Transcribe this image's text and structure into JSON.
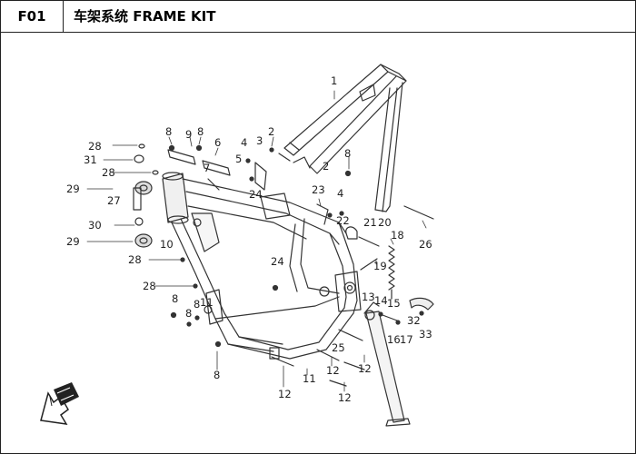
{
  "header": {
    "code": "F01",
    "title": "车架系统  FRAME KIT"
  },
  "callouts": [
    {
      "id": "c1",
      "text": "1"
    },
    {
      "id": "c2a",
      "text": "2"
    },
    {
      "id": "c2b",
      "text": "2"
    },
    {
      "id": "c3",
      "text": "3"
    },
    {
      "id": "c4a",
      "text": "4"
    },
    {
      "id": "c4b",
      "text": "4"
    },
    {
      "id": "c5",
      "text": "5"
    },
    {
      "id": "c6",
      "text": "6"
    },
    {
      "id": "c7",
      "text": "7"
    },
    {
      "id": "c8a",
      "text": "8"
    },
    {
      "id": "c8b",
      "text": "8"
    },
    {
      "id": "c8c",
      "text": "8"
    },
    {
      "id": "c8d",
      "text": "8"
    },
    {
      "id": "c8e",
      "text": "8"
    },
    {
      "id": "c8f",
      "text": "8"
    },
    {
      "id": "c8g",
      "text": "8"
    },
    {
      "id": "c9",
      "text": "9"
    },
    {
      "id": "c10",
      "text": "10"
    },
    {
      "id": "c11a",
      "text": "11"
    },
    {
      "id": "c11b",
      "text": "11"
    },
    {
      "id": "c12a",
      "text": "12"
    },
    {
      "id": "c12b",
      "text": "12"
    },
    {
      "id": "c12c",
      "text": "12"
    },
    {
      "id": "c12d",
      "text": "12"
    },
    {
      "id": "c13",
      "text": "13"
    },
    {
      "id": "c14",
      "text": "14"
    },
    {
      "id": "c15",
      "text": "15"
    },
    {
      "id": "c16",
      "text": "16"
    },
    {
      "id": "c17",
      "text": "17"
    },
    {
      "id": "c18",
      "text": "18"
    },
    {
      "id": "c19",
      "text": "19"
    },
    {
      "id": "c20",
      "text": "20"
    },
    {
      "id": "c21",
      "text": "21"
    },
    {
      "id": "c22",
      "text": "22"
    },
    {
      "id": "c23",
      "text": "23"
    },
    {
      "id": "c24a",
      "text": "24"
    },
    {
      "id": "c24b",
      "text": "24"
    },
    {
      "id": "c25",
      "text": "25"
    },
    {
      "id": "c26",
      "text": "26"
    },
    {
      "id": "c27",
      "text": "27"
    },
    {
      "id": "c28a",
      "text": "28"
    },
    {
      "id": "c28b",
      "text": "28"
    },
    {
      "id": "c28c",
      "text": "28"
    },
    {
      "id": "c28d",
      "text": "28"
    },
    {
      "id": "c29a",
      "text": "29"
    },
    {
      "id": "c29b",
      "text": "29"
    },
    {
      "id": "c30",
      "text": "30"
    },
    {
      "id": "c31",
      "text": "31"
    },
    {
      "id": "c32",
      "text": "32"
    },
    {
      "id": "c33",
      "text": "33"
    }
  ]
}
